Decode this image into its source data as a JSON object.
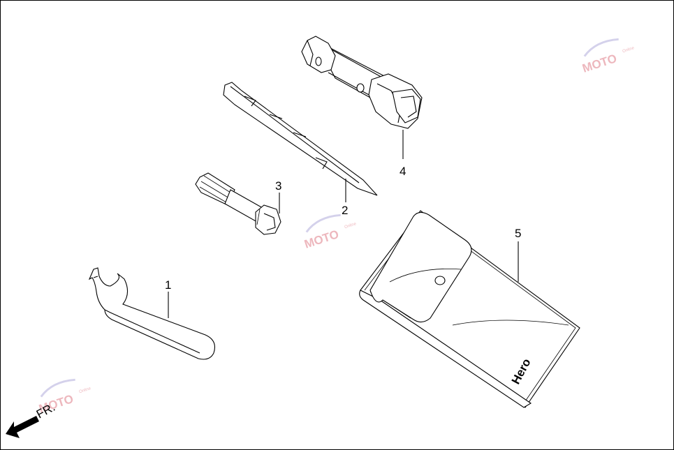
{
  "diagram": {
    "callouts": [
      {
        "id": "1",
        "label": "1"
      },
      {
        "id": "2",
        "label": "2"
      },
      {
        "id": "3",
        "label": "3"
      },
      {
        "id": "4",
        "label": "4"
      },
      {
        "id": "5",
        "label": "5"
      }
    ],
    "direction_label": "FR.",
    "pouch_brand": "Hero",
    "watermark": {
      "text": "MOTO",
      "subtext": "Online"
    }
  }
}
